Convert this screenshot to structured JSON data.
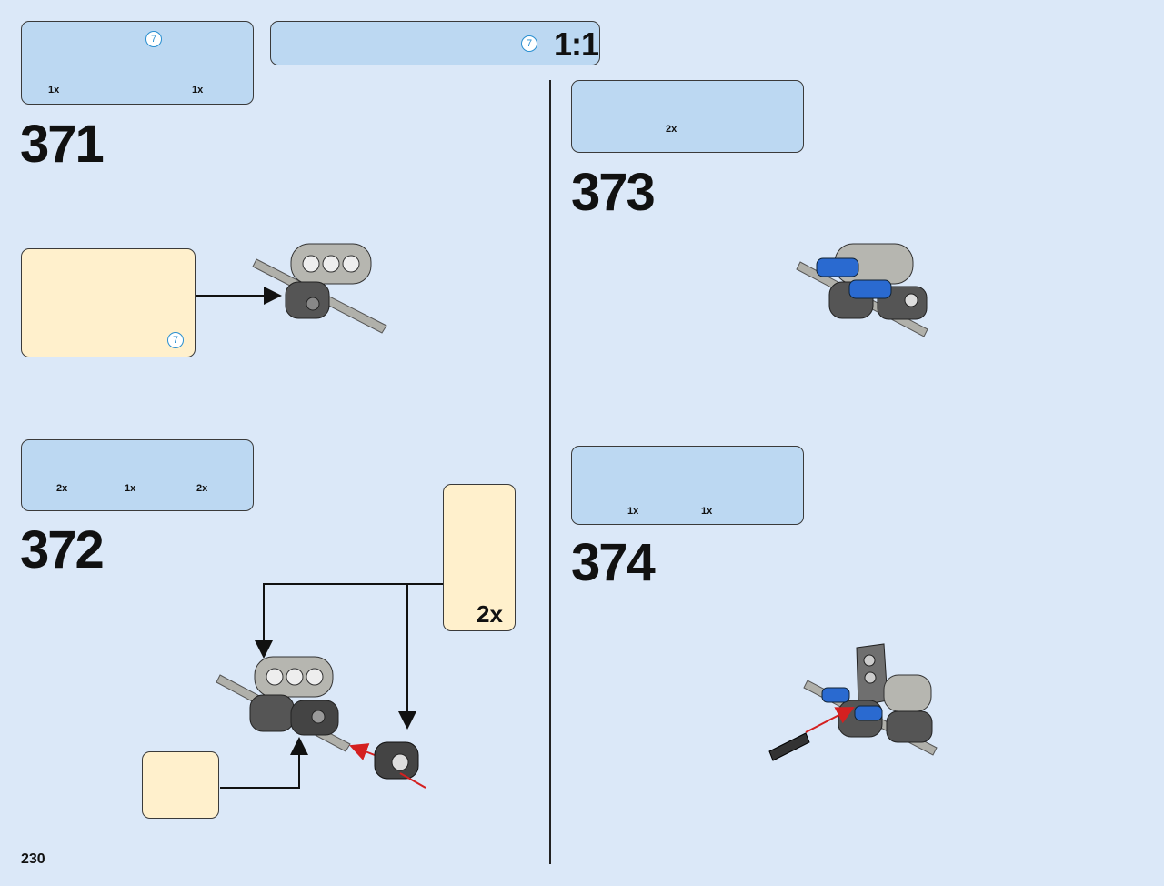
{
  "page_number": "230",
  "scale_ruler": {
    "length_badge": "7",
    "scale_label": "1:1"
  },
  "steps": [
    {
      "number": "371",
      "parts": [
        {
          "icon": "axle-7-icon",
          "qty": "1x",
          "length_badge": "7"
        },
        {
          "icon": "double-cross-block-icon",
          "qty": "1x"
        }
      ],
      "subassembly": {
        "length_badge": "7"
      }
    },
    {
      "number": "372",
      "parts": [
        {
          "icon": "axle-pin-connector-icon",
          "qty": "2x"
        },
        {
          "icon": "double-pin-connector-icon",
          "qty": "1x"
        },
        {
          "icon": "axle-pin-icon",
          "qty": "2x"
        }
      ],
      "subassembly": {
        "multiplier": "2x"
      }
    },
    {
      "number": "373",
      "parts": [
        {
          "icon": "blue-pin-icon",
          "qty": "2x"
        }
      ]
    },
    {
      "number": "374",
      "parts": [
        {
          "icon": "black-pin-icon",
          "qty": "1x"
        },
        {
          "icon": "t-beam-icon",
          "qty": "1x"
        }
      ]
    }
  ],
  "colors": {
    "page_background": "#dbe8f8",
    "parts_box": "#bcd8f2",
    "subassembly_box": "#fff0cc",
    "arrow_red": "#d42020",
    "length_badge": "#2a8fd0"
  }
}
